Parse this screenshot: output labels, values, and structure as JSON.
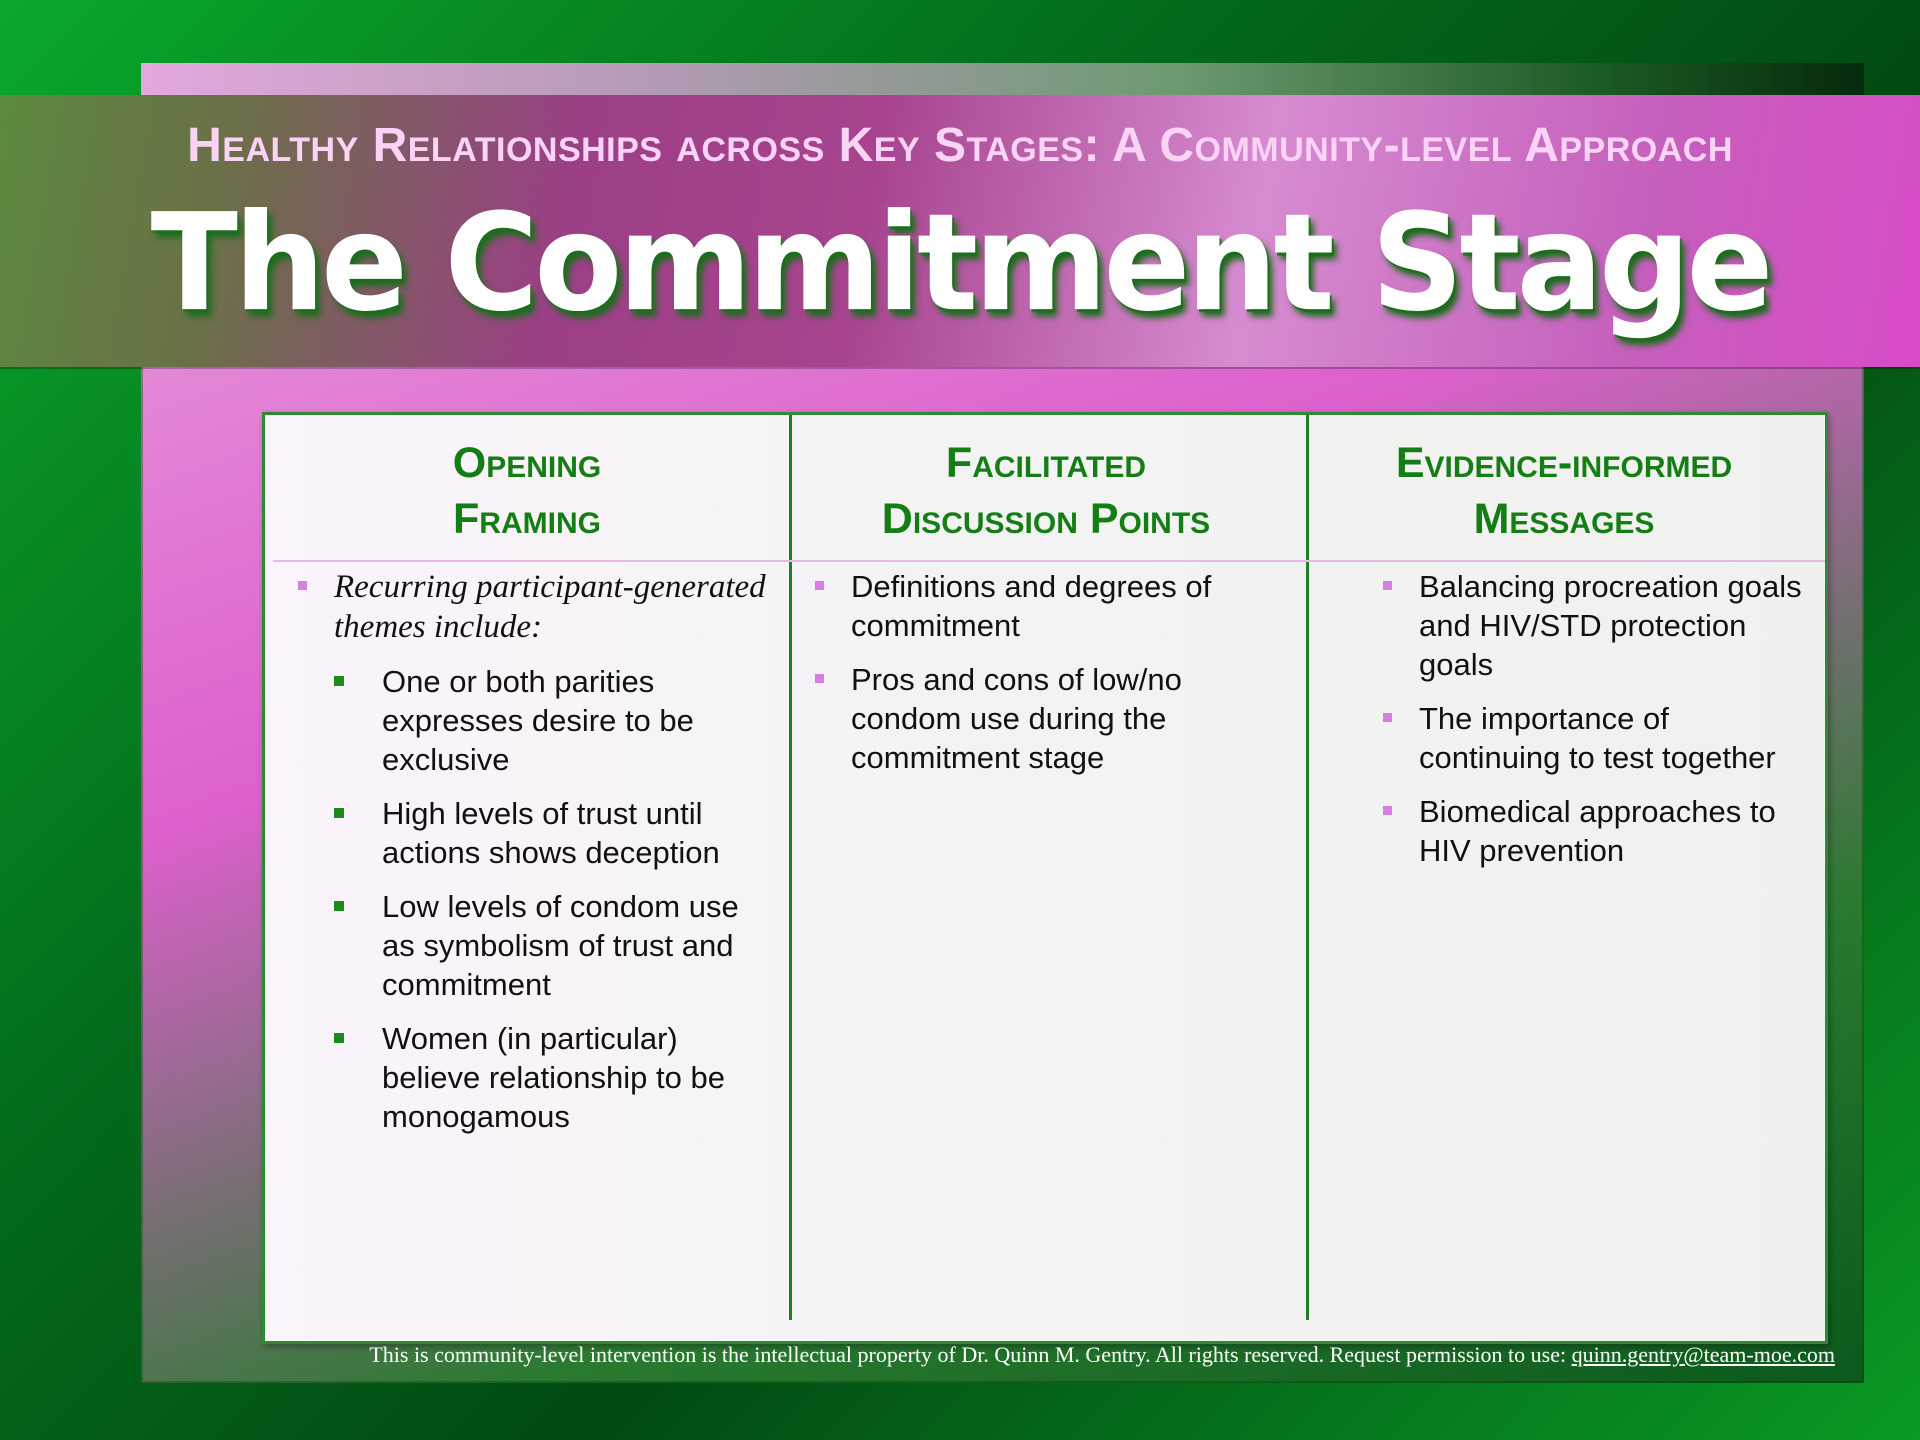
{
  "header": {
    "subtitle": "Healthy Relationships across Key Stages: A Community-level Approach",
    "title": "The Commitment Stage"
  },
  "columns": [
    {
      "heading_line1": "Opening",
      "heading_line2": "Framing",
      "intro": "Recurring participant-generated themes include:",
      "items": [
        "One or both parities expresses desire to be exclusive",
        "High levels of trust until actions shows deception",
        "Low levels of condom use as symbolism of trust and commitment",
        "Women (in particular) believe relationship to be monogamous"
      ]
    },
    {
      "heading_line1": "Facilitated",
      "heading_line2": "Discussion Points",
      "items": [
        "Definitions and degrees of commitment",
        "Pros and cons of low/no condom use during the commitment stage"
      ]
    },
    {
      "heading_line1": "Evidence-informed",
      "heading_line2": "Messages",
      "items": [
        "Balancing procreation goals and HIV/STD protection goals",
        "The importance of continuing to test together",
        "Biomedical approaches to HIV prevention"
      ]
    }
  ],
  "footer": {
    "text": "This is community-level intervention is the intellectual property of Dr. Quinn M. Gentry.  All rights reserved.  Request permission to use: ",
    "email": "quinn.gentry@team-moe.com"
  },
  "colors": {
    "heading_green": "#147d14",
    "bullet_pink": "#d67fe0",
    "bullet_green": "#1c8a1c",
    "subtitle_pink": "#fbd3f6"
  }
}
